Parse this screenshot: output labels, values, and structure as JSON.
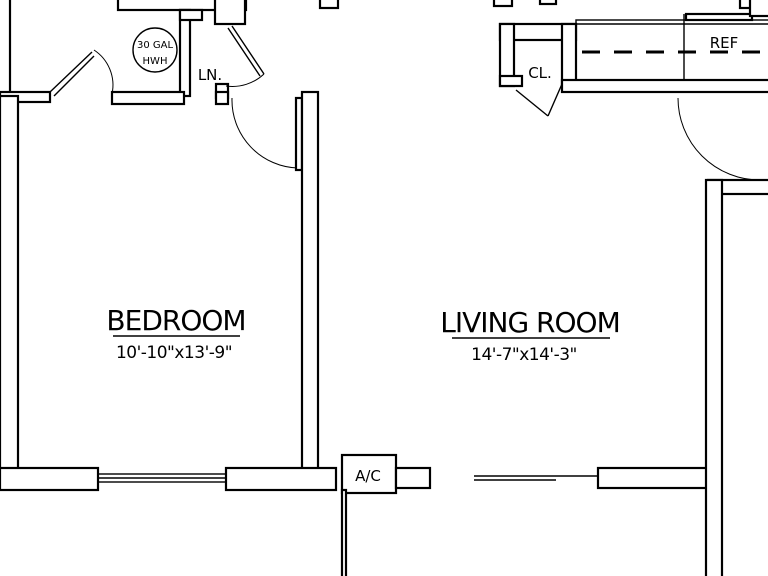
{
  "rooms": {
    "bedroom": {
      "name": "BEDROOM",
      "dimensions": "10'-10\"x13'-9\""
    },
    "living_room": {
      "name": "LIVING ROOM",
      "dimensions": "14'-7\"x14'-3\""
    }
  },
  "fixtures": {
    "water_heater": {
      "line1": "30 GAL",
      "line2": "HWH"
    },
    "linen_closet": "LN.",
    "closet": "CL.",
    "refrigerator": "REF",
    "air_conditioner": "A/C"
  }
}
